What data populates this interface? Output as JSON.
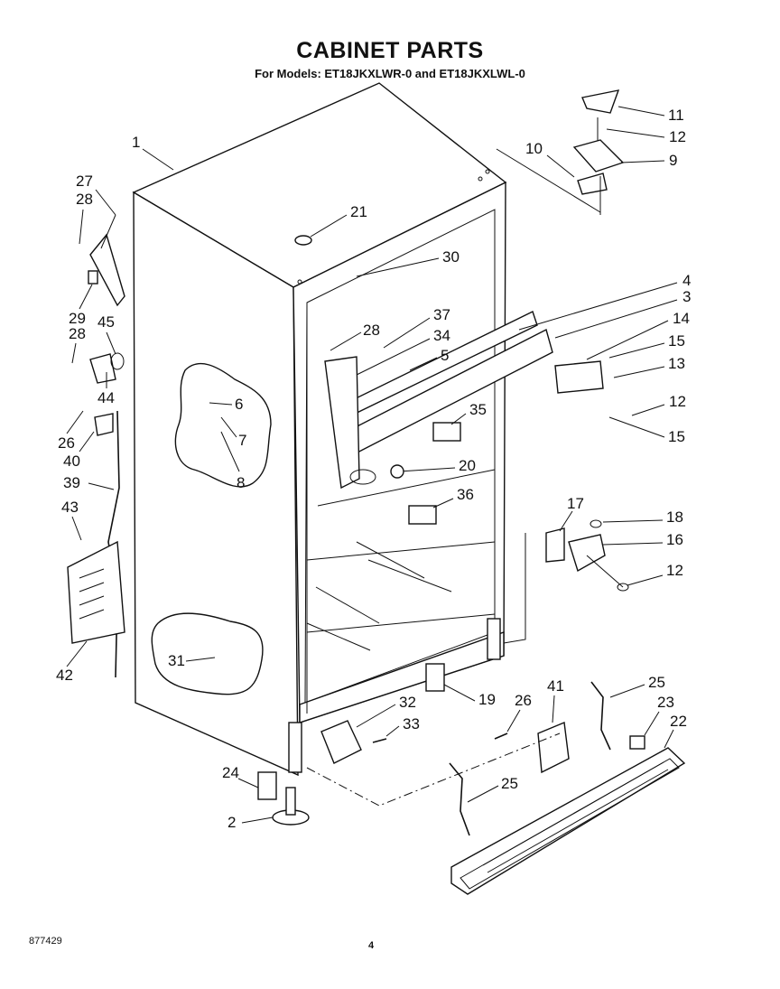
{
  "title": "CABINET PARTS",
  "subtitle": "For Models: ET18JKXLWR-0 and ET18JKXLWL-0",
  "doc_number": "877429",
  "page_number": "4",
  "callouts": [
    "1",
    "2",
    "3",
    "4",
    "5",
    "6",
    "7",
    "8",
    "9",
    "10",
    "11",
    "12",
    "12",
    "12",
    "13",
    "14",
    "15",
    "15",
    "16",
    "17",
    "18",
    "19",
    "20",
    "21",
    "22",
    "23",
    "24",
    "25",
    "25",
    "26",
    "26",
    "27",
    "28",
    "28",
    "28",
    "29",
    "30",
    "31",
    "32",
    "33",
    "34",
    "35",
    "36",
    "37",
    "39",
    "40",
    "41",
    "42",
    "43",
    "44",
    "45"
  ]
}
